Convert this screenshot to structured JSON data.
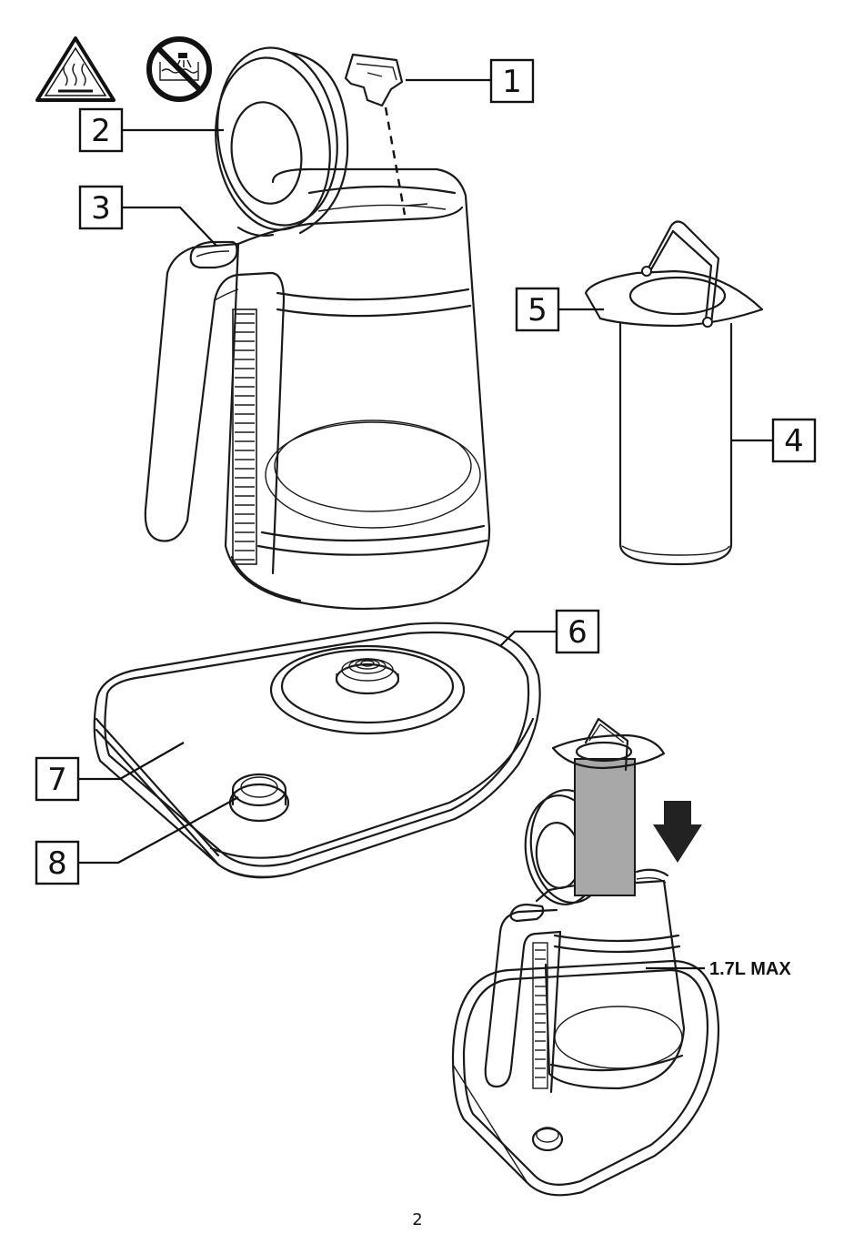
{
  "callouts": {
    "c1": "1",
    "c2": "2",
    "c3": "3",
    "c4": "4",
    "c5": "5",
    "c6": "6",
    "c7": "7",
    "c8": "8"
  },
  "capacity_label": "1.7L MAX",
  "page_number": "2",
  "icons": [
    "hot-surface-warning-icon",
    "do-not-immerse-icon"
  ],
  "colors": {
    "line": "#1a1a1a",
    "infuser_fill": "#a8a8a8",
    "arrow": "#222222"
  }
}
